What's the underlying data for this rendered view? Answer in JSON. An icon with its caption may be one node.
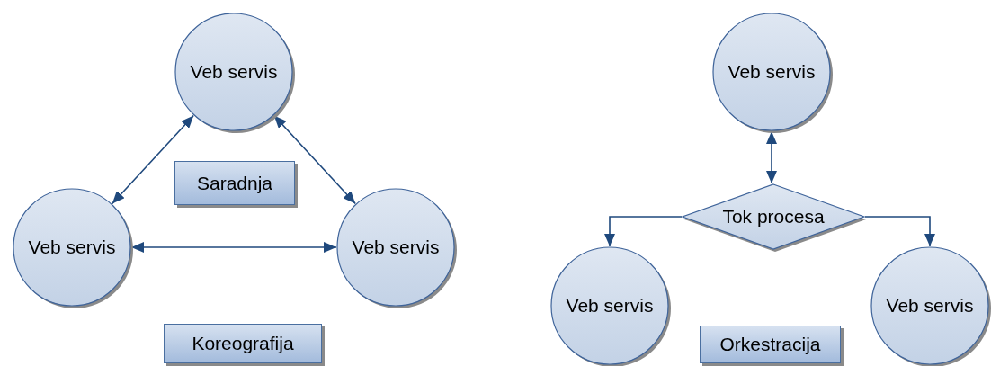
{
  "diagram": {
    "nodes": [
      {
        "text": [
          "Veb servis"
        ]
      },
      {
        "text": [
          "Saradnja"
        ]
      },
      {
        "text": [
          "Veb servis"
        ]
      },
      {
        "text": [
          "Veb servis"
        ]
      },
      {
        "text": [
          "Koreografija"
        ]
      },
      {
        "text": [
          "Veb servis"
        ]
      },
      {
        "text": [
          "Tok procesa"
        ]
      },
      {
        "text": [
          "Veb servis"
        ]
      },
      {
        "text": [
          "Orkestracija"
        ]
      },
      {
        "text": [
          "Veb servis"
        ]
      }
    ],
    "edges": [
      {
        "from": 0,
        "to": 2,
        "arrow": "both"
      },
      {
        "from": 0,
        "to": 3,
        "arrow": "both"
      },
      {
        "from": 2,
        "to": 3,
        "arrow": "both"
      },
      {
        "from": 5,
        "to": 6,
        "arrow": "both"
      },
      {
        "from": 6,
        "to": 7,
        "arrow": "to"
      },
      {
        "from": 6,
        "to": 9,
        "arrow": "to"
      }
    ]
  }
}
